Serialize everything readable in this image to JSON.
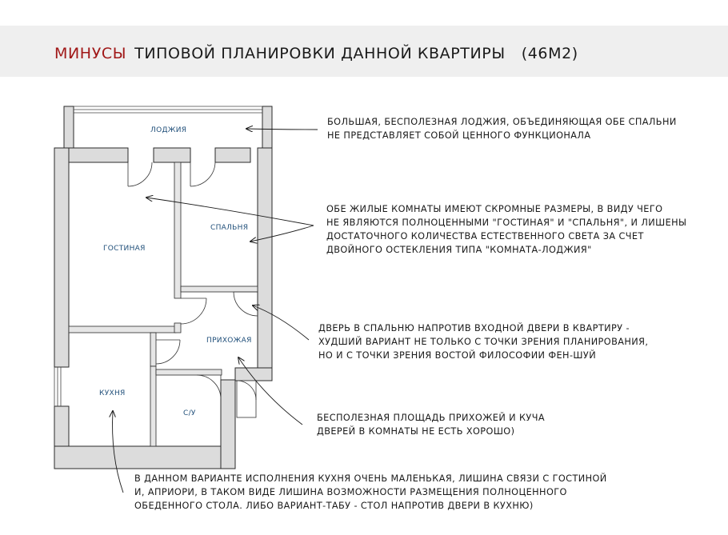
{
  "title": {
    "accent": "МИНУСЫ",
    "rest": "ТИПОВОЙ ПЛАНИРОВКИ ДАННОЙ КВАРТИРЫ",
    "area": "(46М2)",
    "accent_color": "#a01818"
  },
  "rooms": {
    "loggia": "ЛОДЖИЯ",
    "living": "ГОСТИНАЯ",
    "bedroom": "СПАЛЬНЯ",
    "hallway": "ПРИХОЖАЯ",
    "kitchen": "КУХНЯ",
    "bathroom": "С/У"
  },
  "notes": {
    "loggia": [
      "БОЛЬШАЯ, БЕСПОЛЕЗНАЯ ЛОДЖИЯ, ОБЪЕДИНЯЮЩАЯ ОБЕ СПАЛЬНИ",
      "НЕ ПРЕДСТАВЛЯЕТ СОБОЙ ЦЕННОГО ФУНКЦИОНАЛА"
    ],
    "rooms": [
      "ОБЕ ЖИЛЫЕ КОМНАТЫ ИМЕЮТ СКРОМНЫЕ РАЗМЕРЫ, В ВИДУ ЧЕГО",
      "НЕ ЯВЛЯЮТСЯ ПОЛНОЦЕННЫМИ \"ГОСТИНАЯ\" И \"СПАЛЬНЯ\", И ЛИШЕНЫ",
      "ДОСТАТОЧНОГО КОЛИЧЕСТВА ЕСТЕСТВЕННОГО СВЕТА ЗА СЧЕТ",
      "ДВОЙНОГО ОСТЕКЛЕНИЯ ТИПА \"КОМНАТА-ЛОДЖИЯ\""
    ],
    "door": [
      "ДВЕРЬ В СПАЛЬНЮ НАПРОТИВ ВХОДНОЙ ДВЕРИ В КВАРТИРУ -",
      "ХУДШИЙ ВАРИАНТ НЕ ТОЛЬКО С ТОЧКИ ЗРЕНИЯ ПЛАНИРОВАНИЯ,",
      "НО И С ТОЧКИ ЗРЕНИЯ ВОСТОЙ ФИЛОСОФИИ ФЕН-ШУЙ"
    ],
    "hallway": [
      "БЕСПОЛЕЗНАЯ ПЛОЩАДЬ ПРИХОЖЕЙ И КУЧА",
      "ДВЕРЕЙ В КОМНАТЫ НЕ ЕСТЬ ХОРОШО)"
    ],
    "kitchen": [
      "В ДАННОМ ВАРИАНТЕ ИСПОЛНЕНИЯ КУХНЯ ОЧЕНЬ МАЛЕНЬКАЯ, ЛИШИНА СВЯЗИ С ГОСТИНОЙ",
      "И, АПРИОРИ, В ТАКОМ ВИДЕ ЛИШИНА ВОЗМОЖНОСТИ РАЗМЕЩЕНИЯ ПОЛНОЦЕННОГО",
      "ОБЕДЕННОГО СТОЛА. ЛИБО ВАРИАНТ-ТАБУ - СТОЛ НАПРОТИВ ДВЕРИ В КУХНЮ)"
    ]
  }
}
